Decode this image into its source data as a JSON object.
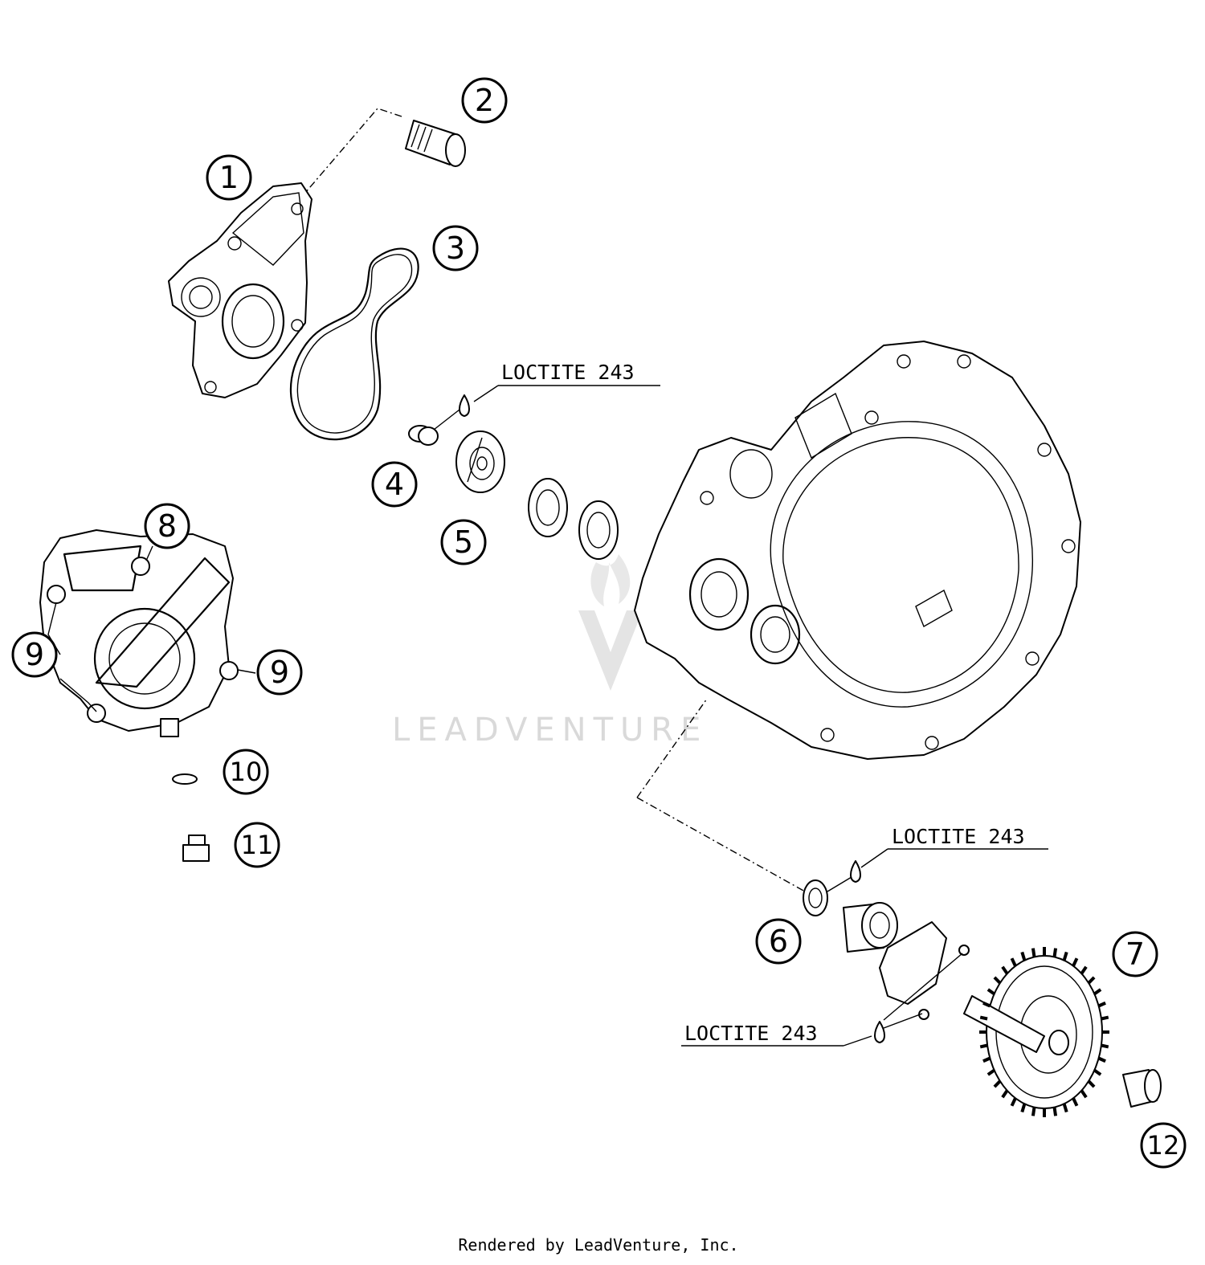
{
  "diagram": {
    "callouts": [
      "1",
      "2",
      "3",
      "4",
      "5",
      "6",
      "7",
      "8",
      "9",
      "9",
      "10",
      "11",
      "12"
    ],
    "notes": [
      "LOCTITE 243",
      "LOCTITE 243",
      "LOCTITE 243"
    ],
    "watermark": "LEADVENTURE",
    "footer": "Rendered by LeadVenture, Inc."
  }
}
